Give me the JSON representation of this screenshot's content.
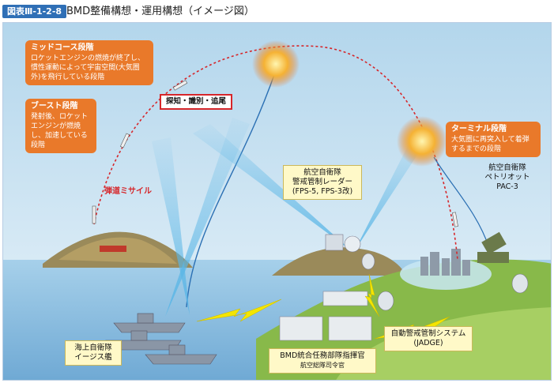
{
  "header": {
    "figure_number": "図表Ⅲ-1-2-8",
    "title": "BMD整備構想・運用構想（イメージ図）"
  },
  "labels": {
    "midcourse_title": "ミッドコース段階",
    "midcourse_desc": "ロケットエンジンの燃焼が終了し、慣性運動によって宇宙空間(大気圏外)を飛行している段階",
    "boost_title": "ブースト段階",
    "boost_desc": "発射後、ロケットエンジンが燃焼し、加速している段階",
    "terminal_title": "ターミナル段階",
    "terminal_desc": "大気圏に再突入して着弾するまでの段階",
    "detect": "探知・識別・追尾",
    "ballistic_missile": "弾道ミサイル",
    "radar_line1": "航空自衛隊",
    "radar_line2": "警戒管制レーダー",
    "radar_line3": "(FPS-5, FPS-3改)",
    "pac3_line1": "航空自衛隊",
    "pac3_line2": "ペトリオット",
    "pac3_line3": "PAC-3",
    "aegis_line1": "海上自衛隊",
    "aegis_line2": "イージス艦",
    "jadge_line1": "自動警戒管制システム",
    "jadge_line2": "(JADGE)",
    "command_line1": "BMD統合任務部隊指揮官",
    "command_line2": "航空総隊司令官"
  },
  "colors": {
    "sky_top": "#b9d9ee",
    "sky_bottom": "#e4f1f9",
    "sea": "#8fc3e3",
    "land": "#8fbf4a",
    "trajectory": "#d6262a",
    "accent_orange": "#e9792a",
    "lightning": "#f4e500"
  }
}
